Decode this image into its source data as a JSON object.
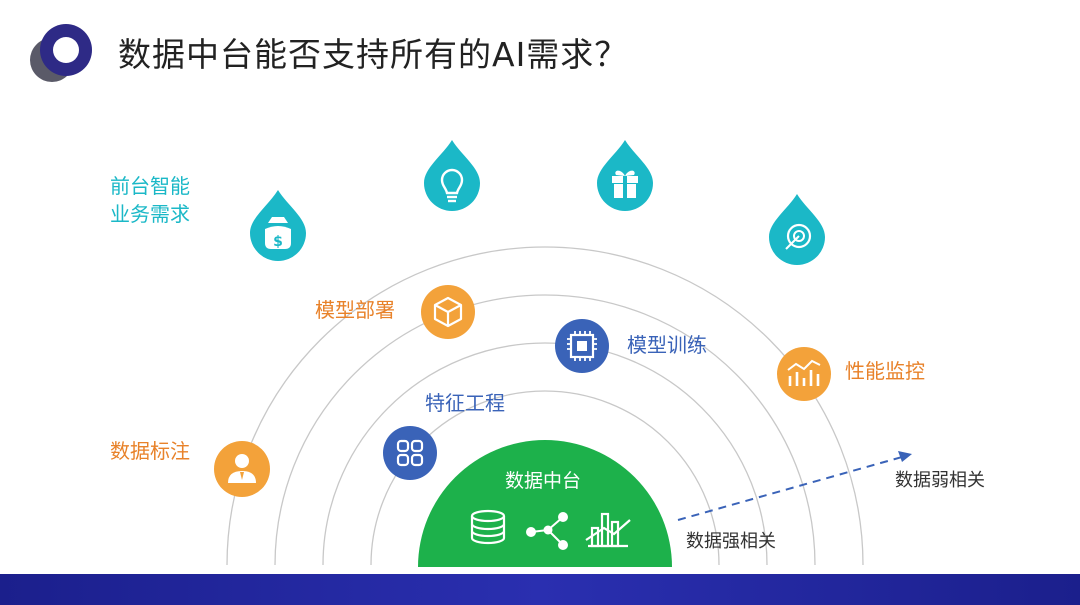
{
  "title": "数据中台能否支持所有的AI需求？",
  "colors": {
    "teal": "#1bb8c7",
    "orange": "#f3a23a",
    "blue": "#3a63b8",
    "green": "#1db14b",
    "footer": "#1b1f8c"
  },
  "labels": {
    "frontend_line1": "前台智能",
    "frontend_line2": "业务需求",
    "model_deploy": "模型部署",
    "model_training": "模型训练",
    "performance_monitor": "性能监控",
    "feature_engineering": "特征工程",
    "data_labeling": "数据标注",
    "data_platform": "数据中台",
    "strong_relation": "数据强相关",
    "weak_relation": "数据弱相关"
  },
  "icons": {
    "top_drops": [
      "money-bag-icon",
      "lightbulb-icon",
      "gift-icon",
      "target-icon"
    ],
    "circles": [
      "box-icon",
      "chip-icon",
      "chart-icon",
      "grid-icon",
      "user-icon"
    ],
    "platform": [
      "database-icon",
      "share-icon",
      "bar-chart-icon"
    ]
  }
}
